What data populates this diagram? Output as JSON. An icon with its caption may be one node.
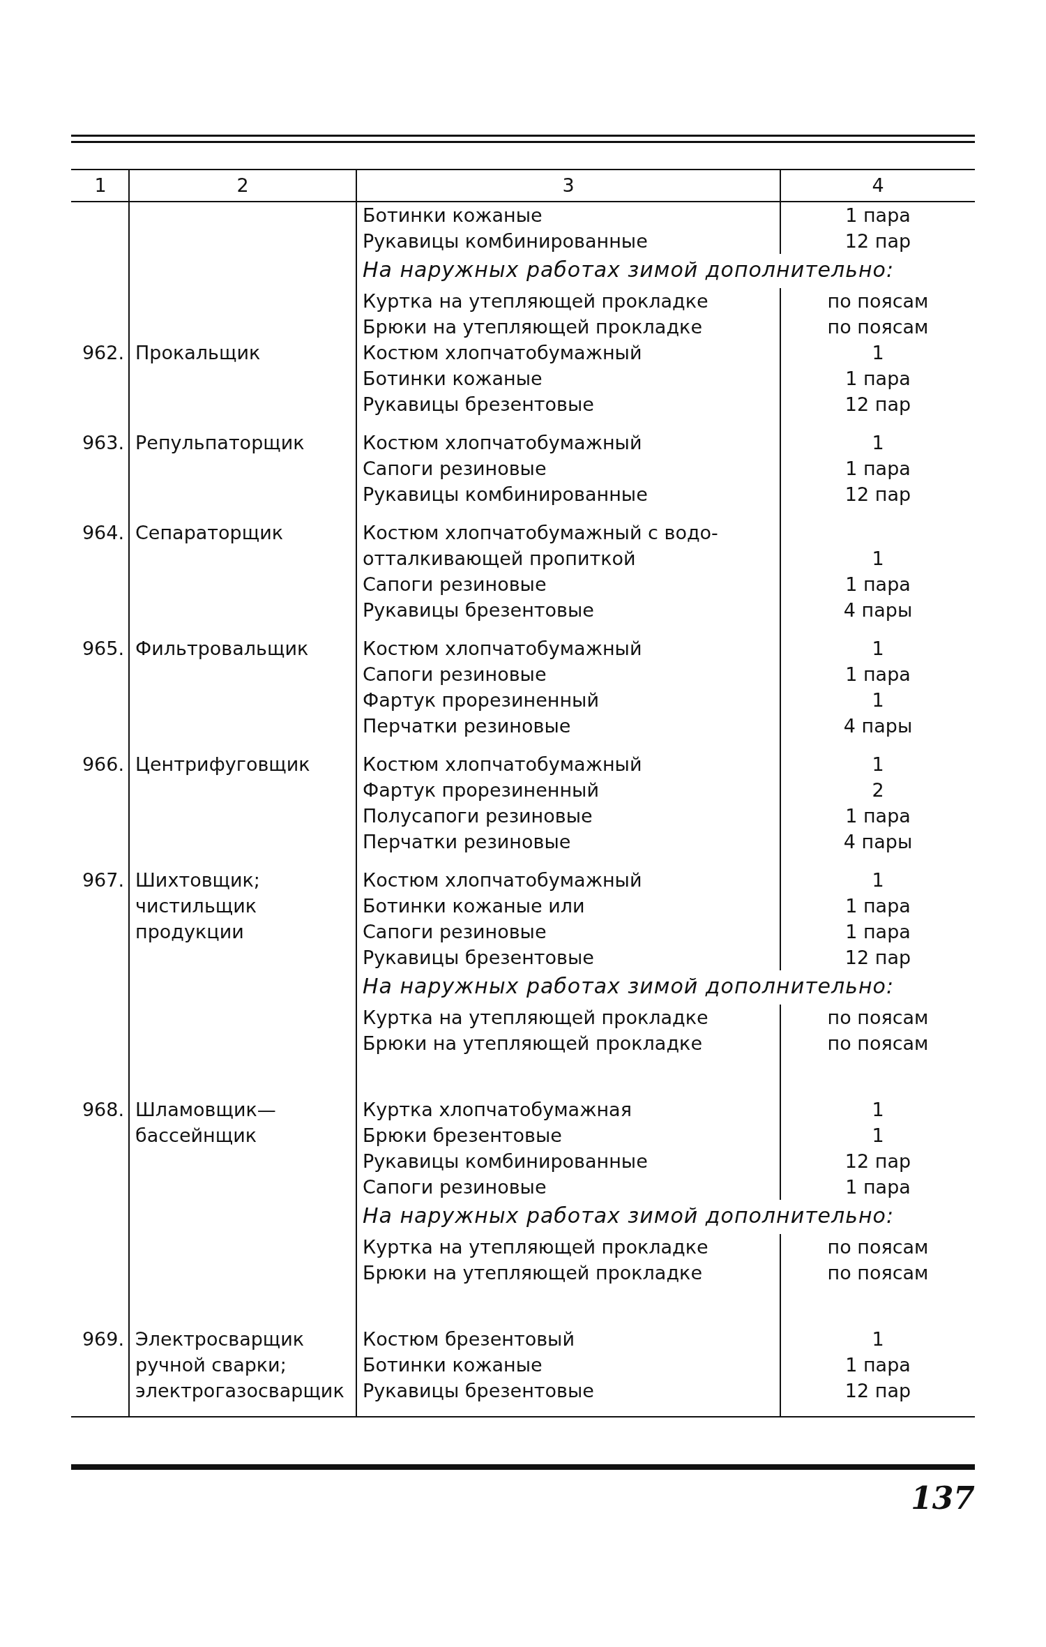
{
  "diagram": {
    "labels": [
      "1",
      "2",
      "3",
      "4",
      "Ботинки кожаные",
      "1 пара",
      "Рукавицы комбинированные",
      "12 пар",
      "На наружных работах зимой дополнительно:",
      "Куртка на утепляющей прокладке",
      "по поясам",
      "Брюки на утепляющей прокладке",
      "по поясам",
      "962.",
      "Прокальщик",
      "Костюм хлопчатобумажный",
      "1",
      "Ботинки кожаные",
      "1 пара",
      "Рукавицы брезентовые",
      "12 пар",
      "963.",
      "Репульпаторщик",
      "Костюм хлопчатобумажный",
      "1",
      "Сапоги резиновые",
      "1 пара",
      "Рукавицы комбинированные",
      "12 пар",
      "964.",
      "Сепараторщик",
      "Костюм хлопчатобумажный с водо-отталкивающей пропиткой",
      "1",
      "Сапоги резиновые",
      "1 пара",
      "Рукавицы брезентовые",
      "4 пары",
      "965.",
      "Фильтровальщик",
      "Костюм хлопчатобумажный",
      "1",
      "Сапоги резиновые",
      "1 пара",
      "Фартук прорезиненный",
      "1",
      "Перчатки резиновые",
      "4 пары",
      "966.",
      "Центрифуговщик",
      "Костюм хлопчатобумажный",
      "1",
      "Фартук прорезиненный",
      "2",
      "Полусапоги резиновые",
      "1 пара",
      "Перчатки резиновые",
      "4 пары",
      "967.",
      "Шихтовщик; чистильщик продукции",
      "Костюм хлопчатобумажный",
      "1",
      "Ботинки кожаные или",
      "1 пара",
      "Сапоги резиновые",
      "1 пара",
      "Рукавицы брезентовые",
      "12 пар",
      "На наружных работах зимой дополнительно:",
      "Куртка на утепляющей прокладке",
      "по поясам",
      "Брюки на утепляющей прокладке",
      "по поясам",
      "968.",
      "Шламовщик—бассейнщик",
      "Куртка хлопчатобумажная",
      "1",
      "Брюки брезентовые",
      "1",
      "Рукавицы комбинированные",
      "12 пар",
      "Сапоги резиновые",
      "1 пара",
      "На наружных работах зимой дополнительно:",
      "Куртка на утепляющей прокладке",
      "по поясам",
      "Брюки на утепляющей прокладке",
      "по поясам",
      "969.",
      "Электросварщик ручной сварки; электрогазосварщик",
      "Костюм брезентовый",
      "1",
      "Ботинки кожаные",
      "1 пара",
      "Рукавицы брезентовые",
      "12 пар",
      "137"
    ]
  }
}
